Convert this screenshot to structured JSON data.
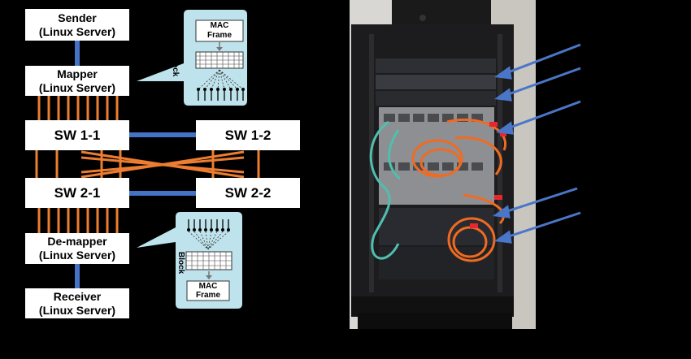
{
  "diagram": {
    "sender": {
      "line1": "Sender",
      "line2": "(Linux Server)"
    },
    "mapper": {
      "line1": "Mapper",
      "line2": "(Linux Server)"
    },
    "demapper": {
      "line1": "De-mapper",
      "line2": "(Linux Server)"
    },
    "receiver": {
      "line1": "Receiver",
      "line2": "(Linux Server)"
    },
    "switches": {
      "sw11": "SW 1-1",
      "sw12": "SW 1-2",
      "sw21": "SW 2-1",
      "sw22": "SW 2-2"
    },
    "callout_top": {
      "mac_line1": "MAC",
      "mac_line2": "Frame",
      "block_label": "Block"
    },
    "callout_bottom": {
      "mac_line1": "MAC",
      "mac_line2": "Frame",
      "block_label": "Block"
    }
  },
  "colors": {
    "background": "#000000",
    "node_fill": "#ffffff",
    "blue_link": "#4472c4",
    "orange_link": "#ed7d31",
    "callout_fill": "#bfe3ec",
    "arrow_blue": "#4a76c8"
  },
  "photo": {
    "description_icon": "server-rack-photo"
  }
}
